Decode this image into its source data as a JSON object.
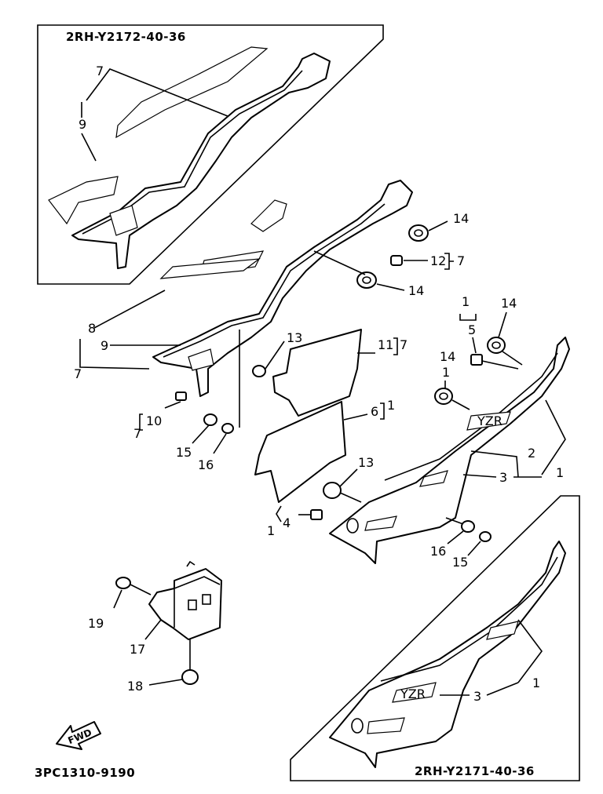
{
  "title_top": "2RH-Y2172-40-36",
  "title_bottom": "2RH-Y2171-40-36",
  "catalog_code": "3PC1310-9190",
  "fwd_label": "FWD",
  "decal_label": "YZR",
  "callouts": {
    "c7_top": "7",
    "c9_top": "9",
    "c14a": "14",
    "c12_7": "12",
    "c12_ref": "7",
    "c14b": "14",
    "c8": "8",
    "c9_mid": "9",
    "c7_mid": "7",
    "c13a": "13",
    "c11": "11",
    "c11_ref": "7",
    "c1_top": "1",
    "c5": "5",
    "c14c": "14",
    "c14d": "14",
    "c1_mid": "1",
    "c10": "10",
    "c10_ref": "7",
    "c6": "6",
    "c6_ref": "1",
    "c15a": "15",
    "c16a": "16",
    "c2": "2",
    "c1_right": "1",
    "c3": "3",
    "c13b": "13",
    "c4": "4",
    "c4_ref": "1",
    "c16b": "16",
    "c15b": "15",
    "c19": "19",
    "c17": "17",
    "c18": "18",
    "c1_bottom": "1",
    "c3_bottom": "3"
  }
}
